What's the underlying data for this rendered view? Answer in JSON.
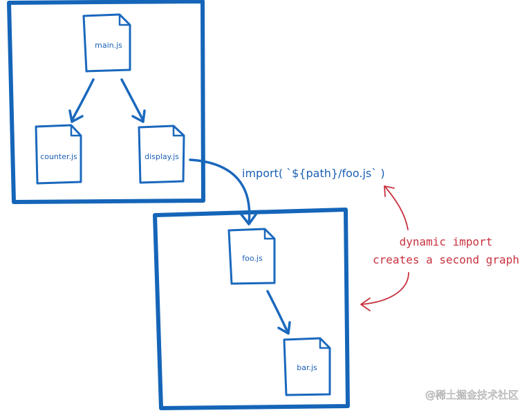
{
  "graph1": {
    "files": [
      "main.js",
      "counter.js",
      "display.js"
    ]
  },
  "graph2": {
    "files": [
      "foo.js",
      "bar.js"
    ]
  },
  "code_label": "import( `${path}/foo.js` )",
  "annotation": {
    "line1": "dynamic import",
    "line2": "creates a second graph"
  },
  "watermark": "@稀土掘金技术社区",
  "colors": {
    "blue": "#1565b8",
    "red": "#c8313f"
  }
}
